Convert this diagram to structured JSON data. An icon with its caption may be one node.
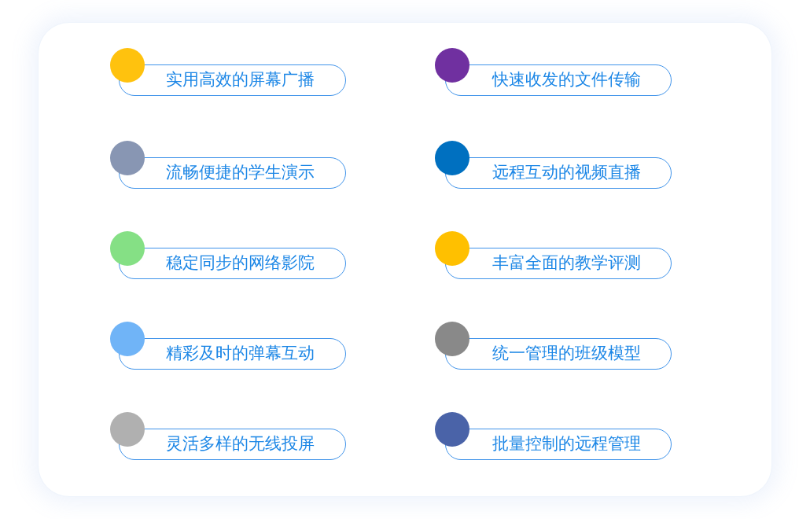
{
  "diagram": {
    "nodes": [
      {
        "text": [
          "实用高效的屏幕广播"
        ]
      },
      {
        "text": [
          "快速收发的文件传输"
        ]
      },
      {
        "text": [
          "流畅便捷的学生演示"
        ]
      },
      {
        "text": [
          "远程互动的视频直播"
        ]
      },
      {
        "text": [
          "稳定同步的网络影院"
        ]
      },
      {
        "text": [
          "丰富全面的教学评测"
        ]
      },
      {
        "text": [
          "精彩及时的弹幕互动"
        ]
      },
      {
        "text": [
          "统一管理的班级模型"
        ]
      },
      {
        "text": [
          "灵活多样的无线投屏"
        ]
      },
      {
        "text": [
          "批量控制的远程管理"
        ]
      }
    ]
  }
}
